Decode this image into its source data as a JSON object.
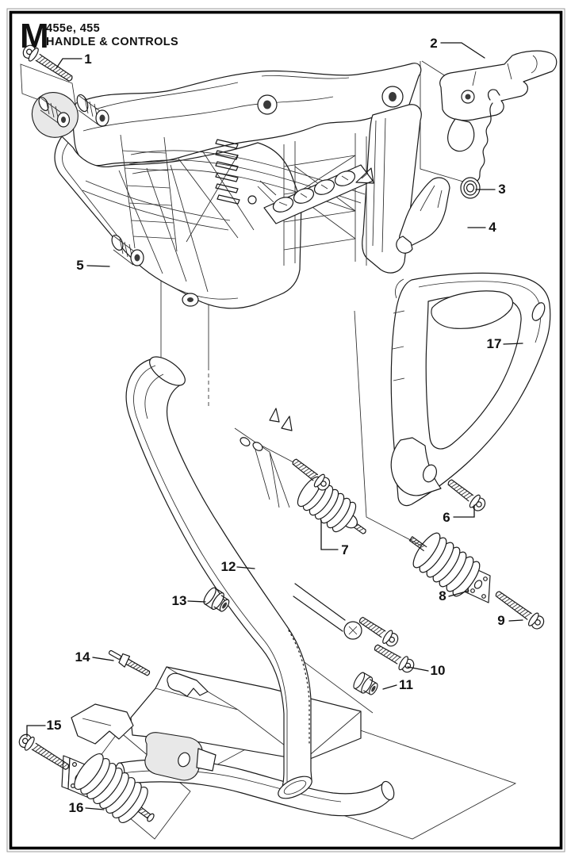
{
  "document": {
    "section_letter": "M",
    "models": "455e, 455",
    "title": "HANDLE & CONTROLS"
  },
  "callouts": {
    "c1": {
      "label": "1"
    },
    "c2": {
      "label": "2"
    },
    "c3": {
      "label": "3"
    },
    "c4": {
      "label": "4"
    },
    "c5": {
      "label": "5"
    },
    "c6": {
      "label": "6"
    },
    "c7": {
      "label": "7"
    },
    "c8": {
      "label": "8"
    },
    "c9": {
      "label": "9"
    },
    "c10": {
      "label": "10"
    },
    "c11": {
      "label": "11"
    },
    "c12": {
      "label": "12"
    },
    "c13": {
      "label": "13"
    },
    "c14": {
      "label": "14"
    },
    "c15": {
      "label": "15"
    },
    "c16": {
      "label": "16"
    },
    "c17": {
      "label": "17"
    }
  },
  "colors": {
    "line": "#1a1a1a",
    "background": "#ffffff"
  }
}
